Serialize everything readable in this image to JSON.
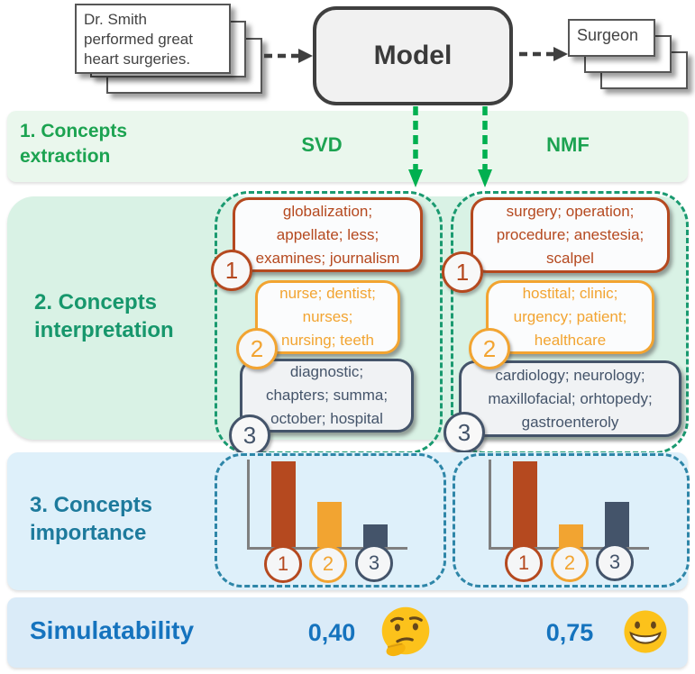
{
  "colors": {
    "green_text": "#1ca351",
    "green_arrow": "#00b050",
    "teal_text": "#17976c",
    "teal_dash": "#1a9a70",
    "blue_dash": "#2e86a8",
    "step3_text": "#1d7a9c",
    "simulatability_text": "#1573be",
    "concept_red": "#b5491f",
    "concept_orange": "#f2a431",
    "concept_slate": "#44546a",
    "band1_bg": "#eaf7ed",
    "panel2_bg": "#d9f2e5",
    "panel3_bg": "#def0fa",
    "band4_bg": "#daebf8"
  },
  "top": {
    "input_document_lines": [
      "Dr. Smith",
      "performed  great",
      "heart  surgeries."
    ],
    "model_label": "Model",
    "output_document": "Surgeon"
  },
  "step1": {
    "label": "1. Concepts extraction",
    "svd_label": "SVD",
    "nmf_label": "NMF"
  },
  "step2": {
    "label": "2. Concepts interpretation",
    "svd_concepts": [
      {
        "num": "1",
        "words": [
          "globalization;",
          "appellate;  less;",
          "examines;  journalism"
        ]
      },
      {
        "num": "2",
        "words": [
          "nurse;  dentist;",
          "nurses;",
          "nursing;  teeth"
        ]
      },
      {
        "num": "3",
        "words": [
          "diagnostic;",
          "chapters;  summa;",
          "october;  hospital"
        ]
      }
    ],
    "nmf_concepts": [
      {
        "num": "1",
        "words": [
          "surgery;  operation;",
          "procedure;  anestesia;",
          "scalpel"
        ]
      },
      {
        "num": "2",
        "words": [
          "hostital;  clinic;",
          "urgency;  patient;",
          "healthcare"
        ]
      },
      {
        "num": "3",
        "words": [
          "cardiology;  neurology;",
          "maxillofacial;  orhtopedy;",
          "gastroenteroly"
        ]
      }
    ]
  },
  "step3": {
    "label": "3. Concepts importance"
  },
  "simulatability": {
    "label": "Simulatability",
    "svd_value": "0,40",
    "nmf_value": "0,75",
    "svd_emoji": "thinking-face",
    "nmf_emoji": "grinning-face"
  },
  "chart_data": [
    {
      "type": "bar",
      "group": "SVD concepts importance",
      "categories": [
        "1",
        "2",
        "3"
      ],
      "values": [
        0.95,
        0.5,
        0.25
      ],
      "colors": [
        "#b5491f",
        "#f2a431",
        "#44546a"
      ],
      "ylim": [
        0,
        1
      ],
      "grid": false,
      "legend": "none"
    },
    {
      "type": "bar",
      "group": "NMF concepts importance",
      "categories": [
        "1",
        "2",
        "3"
      ],
      "values": [
        0.95,
        0.25,
        0.5
      ],
      "colors": [
        "#b5491f",
        "#f2a431",
        "#44546a"
      ],
      "ylim": [
        0,
        1
      ],
      "grid": false,
      "legend": "none"
    }
  ]
}
